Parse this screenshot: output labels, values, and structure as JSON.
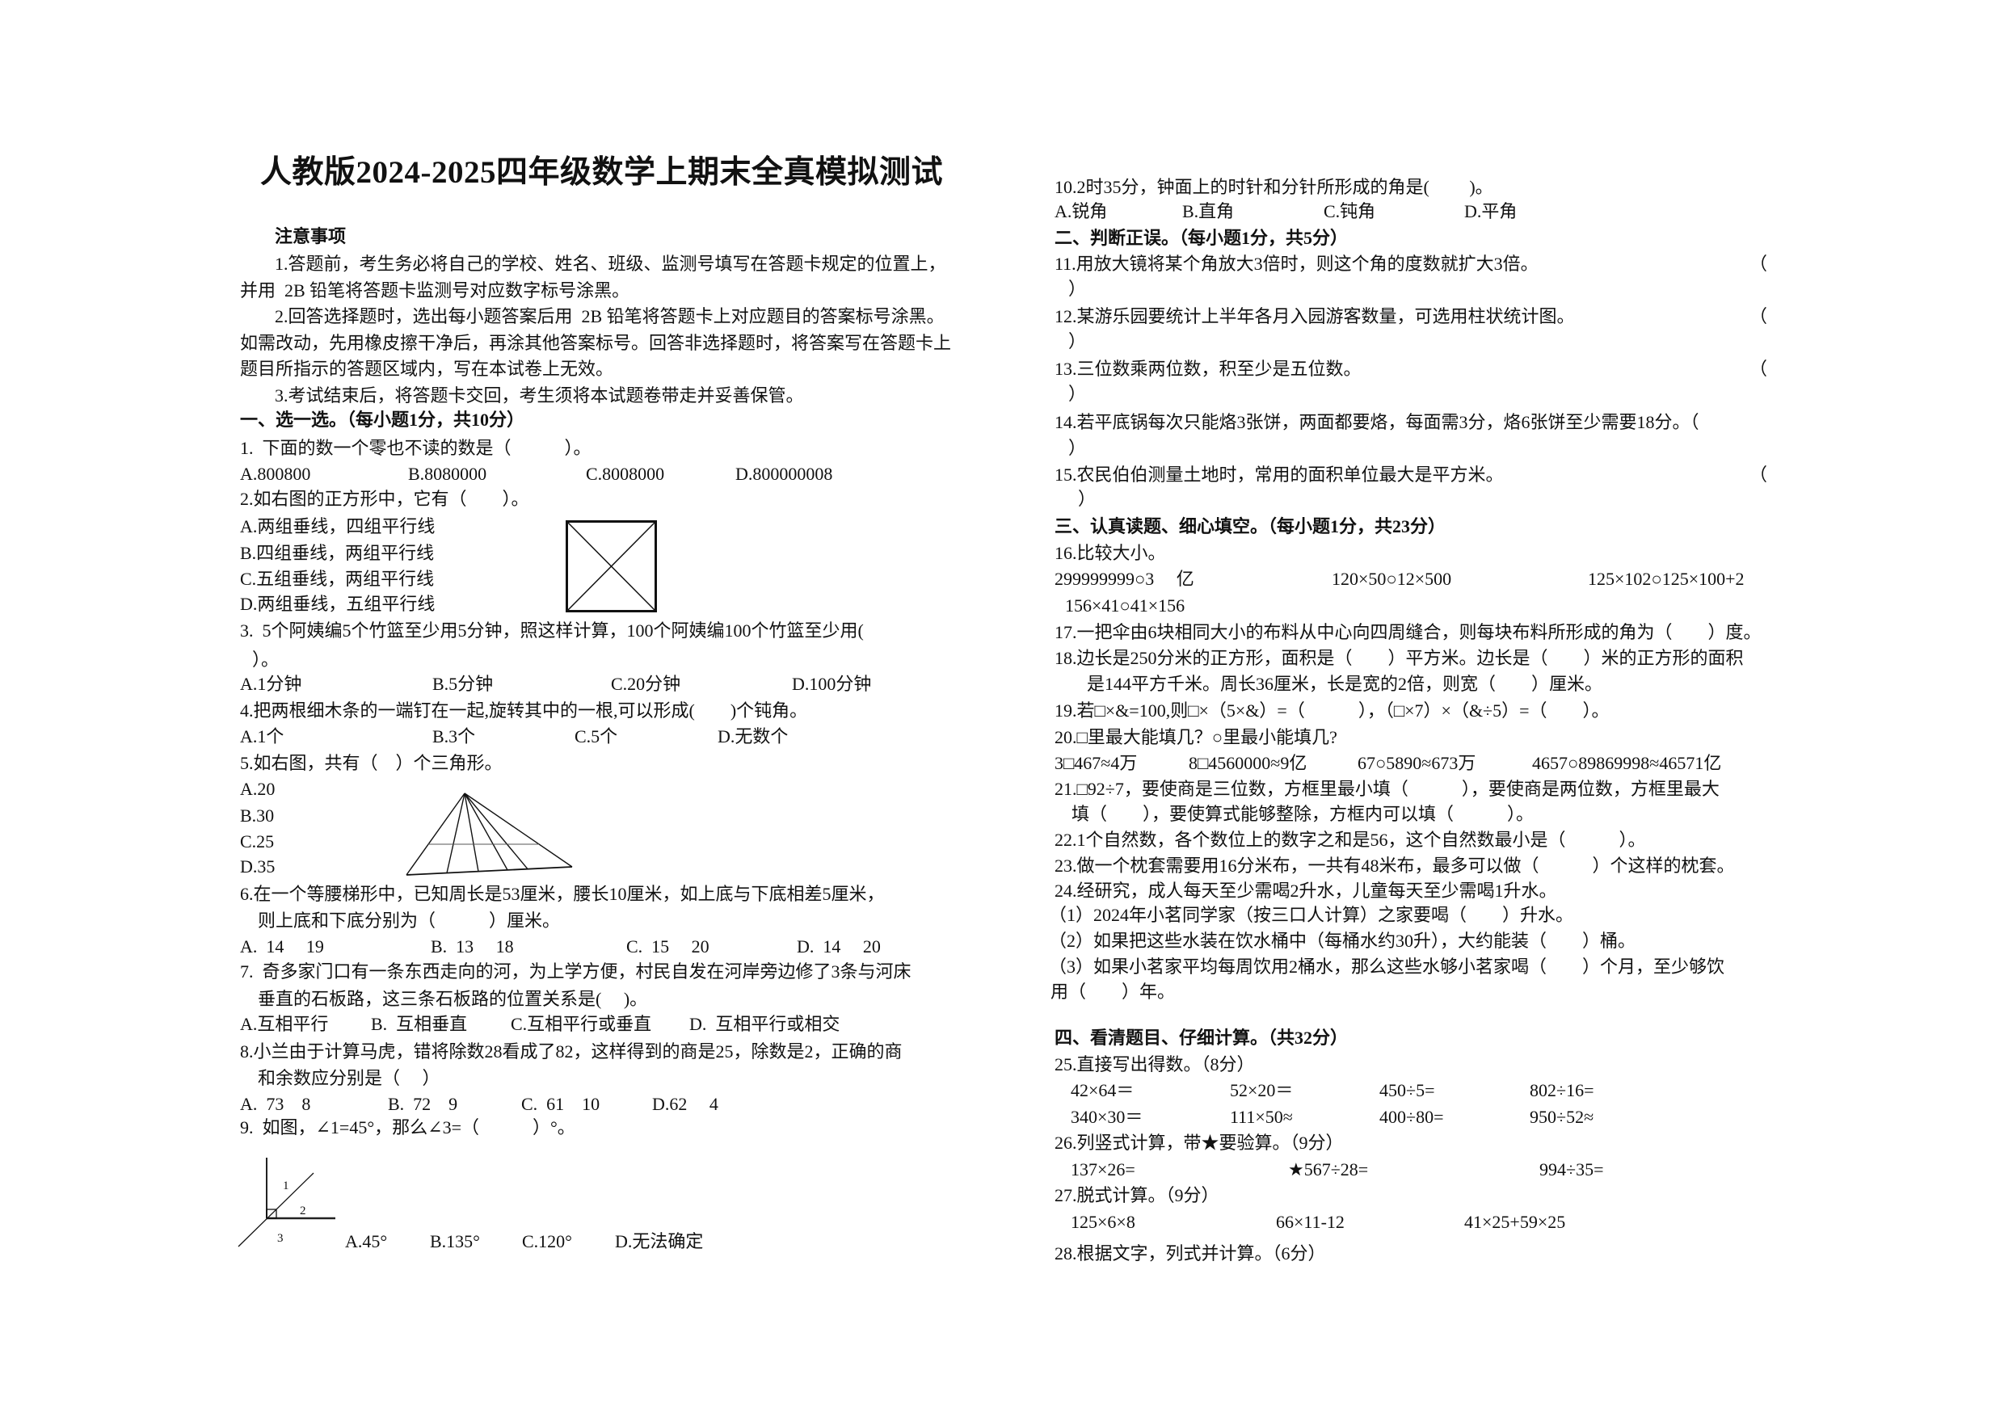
{
  "title": "人教版2024-2025四年级数学上期末全真模拟测试",
  "notice": {
    "heading": "注意事项",
    "lines": [
      "1.答题前，考生务必将自己的学校、姓名、班级、监测号填写在答题卡规定的位置上，",
      "并用  2B 铅笔将答题卡监测号对应数字标号涂黑。",
      "2.回答选择题时，选出每小题答案后用  2B 铅笔将答题卡上对应题目的答案标号涂黑。",
      "如需改动，先用橡皮擦干净后，再涂其他答案标号。回答非选择题时，将答案写在答题卡上",
      "题目所指示的答题区域内，写在本试卷上无效。",
      "3.考试结束后，将答题卡交回，考生须将本试题卷带走并妥善保管。"
    ]
  },
  "sections": [
    {
      "heading": "一、选一选。（每小题1分，共10分）",
      "questions": [
        {
          "lines": [
            "1.  下面的数一个零也不读的数是（　　　）。"
          ],
          "options": [
            "A.800800",
            "B.8080000",
            "C.8008000",
            "D.800000008"
          ]
        },
        {
          "lines": [
            "2.如右图的正方形中，它有（　　）。"
          ],
          "options": [
            "A.两组垂线，四组平行线",
            "B.四组垂线，两组平行线",
            "C.五组垂线，两组平行线",
            "D.两组垂线，五组平行线"
          ]
        },
        {
          "lines": [
            "3.  5个阿姨编5个竹篮至少用5分钟，照这样计算，100个阿姨编100个竹篮至少用(",
            "）。"
          ],
          "options": [
            "A.1分钟",
            "B.5分钟",
            "C.20分钟",
            "D.100分钟"
          ]
        },
        {
          "lines": [
            "4.把两根细木条的一端钉在一起,旋转其中的一根,可以形成(　　)个钝角。"
          ],
          "options": [
            "A.1个",
            "B.3个",
            "C.5个",
            "D.无数个"
          ]
        },
        {
          "lines": [
            "5.如右图，共有（　）个三角形。"
          ],
          "options": [
            "A.20",
            "B.30",
            "C.25",
            "D.35"
          ]
        },
        {
          "lines": [
            "6.在一个等腰梯形中，已知周长是53厘米，腰长10厘米，如上底与下底相差5厘米，",
            "则上底和下底分别为（　　　）厘米。"
          ],
          "options": [
            "A.  14　 19",
            "B.  13　 18",
            "C.  15　 20",
            "D.  14　 20"
          ]
        },
        {
          "lines": [
            "7.  奇多家门口有一条东西走向的河，为上学方便，村民自发在河岸旁边修了3条与河床",
            "垂直的石板路，这三条石板路的位置关系是(　 )。"
          ],
          "options": [
            "A.互相平行",
            "B.  互相垂直",
            "C.互相平行或垂直",
            "D.  互相平行或相交"
          ]
        },
        {
          "lines": [
            "8.小兰由于计算马虎，错将除数28看成了82，这样得到的商是25，除数是2，正确的商",
            "和余数应分别是（　 ）"
          ],
          "options": [
            "A.  73　8",
            "B.  72　9",
            "C.  61　10",
            "D.62　 4"
          ]
        },
        {
          "lines": [
            "9.  如图，∠1=45°，那么∠3=（　　　）°。"
          ],
          "options": [
            "A.45°",
            "B.135°",
            "C.120°",
            "D.无法确定"
          ],
          "figure_labels": [
            "1",
            "2",
            "3"
          ]
        },
        {
          "lines": [
            "10.2时35分，钟面上的时针和分针所形成的角是(　　 )。"
          ],
          "options": [
            "A.锐角",
            "B.直角",
            "C.钝角",
            "D.平角"
          ]
        }
      ]
    },
    {
      "heading": "二、判断正误。（每小题1分，共5分）",
      "blank_open": "（",
      "blank_close": "）",
      "questions": [
        {
          "lines": [
            "11.用放大镜将某个角放大3倍时，则这个角的度数就扩大3倍。"
          ]
        },
        {
          "lines": [
            "12.某游乐园要统计上半年各月入园游客数量，可选用柱状统计图。"
          ]
        },
        {
          "lines": [
            "13.三位数乘两位数，积至少是五位数。"
          ]
        },
        {
          "lines": [
            "14.若平底锅每次只能烙3张饼，两面都要烙，每面需3分，烙6张饼至少需要18分。（"
          ]
        },
        {
          "lines": [
            "15.农民伯伯测量土地时，常用的面积单位最大是平方米。"
          ]
        }
      ]
    },
    {
      "heading": "三、认真读题、细心填空。（每小题1分，共23分）",
      "questions": [
        {
          "lines": [
            "16.比较大小。"
          ],
          "items": [
            "299999999○3　 亿",
            "120×50○12×500",
            "125×102○125×100+2",
            "156×41○41×156"
          ]
        },
        {
          "lines": [
            "17.一把伞由6块相同大小的布料从中心向四周缝合，则每块布料所形成的角为（　　）度。"
          ]
        },
        {
          "lines": [
            "18.边长是250分米的正方形，面积是（　　）平方米。边长是（　　）米的正方形的面积",
            "是144平方千米。周长36厘米，长是宽的2倍，则宽（　　）厘米。"
          ]
        },
        {
          "lines": [
            "19.若□×&=100,则□×（5×&）=（　　　），（□×7）×（&÷5）=（　　）。"
          ]
        },
        {
          "lines": [
            "20.□里最大能填几？○里最小能填几?"
          ],
          "items": [
            "3□467≈4万",
            "8□4560000≈9亿",
            "67○5890≈673万",
            "4657○89869998≈46571亿"
          ]
        },
        {
          "lines": [
            "21.□92÷7，要使商是三位数，方框里最小填（　　　），要使商是两位数，方框里最大",
            "填（　　），要使算式能够整除，方框内可以填（　　　）。"
          ]
        },
        {
          "lines": [
            "22.1个自然数，各个数位上的数字之和是56，这个自然数最小是（　　　）。"
          ]
        },
        {
          "lines": [
            "23.做一个枕套需要用16分米布，一共有48米布，最多可以做（　　　）个这样的枕套。"
          ]
        },
        {
          "lines": [
            "24.经研究，成人每天至少需喝2升水，儿童每天至少需喝1升水。"
          ],
          "sub": [
            "（1）2024年小茗同学家（按三口人计算）之家要喝（　　）升水。",
            "（2）如果把这些水装在饮水桶中（每桶水约30升），大约能装（　　）桶。",
            "（3）如果小茗家平均每周饮用2桶水，那么这些水够小茗家喝（　　）个月，至少够饮",
            "用（　　）年。"
          ]
        }
      ]
    },
    {
      "heading": "四、看清题目、仔细计算。（共32分）",
      "questions": [
        {
          "lines": [
            "25.直接写出得数。（8分）"
          ],
          "items": [
            "42×64＝",
            "52×20＝",
            "450÷5=",
            "802÷16=",
            "340×30＝",
            "111×50≈",
            "400÷80=",
            "950÷52≈"
          ]
        },
        {
          "lines": [
            "26.列竖式计算，带★要验算。（9分）"
          ],
          "items": [
            "137×26=",
            "★567÷28=",
            "994÷35="
          ]
        },
        {
          "lines": [
            "27.脱式计算。（9分）"
          ],
          "items": [
            "125×6×8",
            "66×11-12",
            "41×25+59×25"
          ]
        },
        {
          "lines": [
            "28.根据文字，列式并计算。（6分）"
          ]
        }
      ]
    }
  ]
}
